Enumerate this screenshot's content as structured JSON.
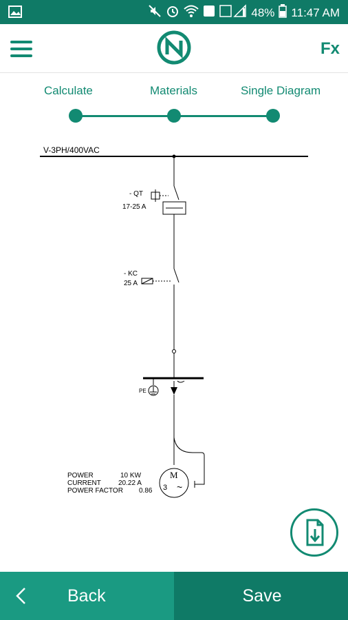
{
  "status_bar": {
    "battery": "48%",
    "time": "11:47 AM",
    "icons": [
      "gallery-icon",
      "mute-icon",
      "alarm-icon",
      "wifi-icon",
      "notification-icon",
      "signal-icon",
      "battery-icon"
    ]
  },
  "app_bar": {
    "menu_icon": "hamburger-icon",
    "logo_icon": "app-logo",
    "fx_label": "Fx"
  },
  "steps": [
    {
      "label": "Calculate"
    },
    {
      "label": "Materials"
    },
    {
      "label": "Single Diagram"
    }
  ],
  "diagram": {
    "supply_label": "V-3PH/400VAC",
    "breaker_tag": "- QT",
    "breaker_rating": "17-25 A",
    "contactor_tag": "- KC",
    "contactor_rating": "25 A",
    "pe_label": "PE",
    "motor_symbol": "M",
    "motor_phases": "3",
    "motor_ac": "~",
    "power_label": "POWER",
    "power_value": "10 KW",
    "current_label": "CURRENT",
    "current_value": "20.22 A",
    "pf_label": "POWER FACTOR",
    "pf_value": "0.86"
  },
  "fab": {
    "icon": "download-document-icon"
  },
  "bottom": {
    "back_label": "Back",
    "save_label": "Save"
  },
  "colors": {
    "primary": "#128a72",
    "status_bar": "#0f7a66",
    "back_button": "#1a9a82",
    "save_button": "#0f7a66"
  }
}
